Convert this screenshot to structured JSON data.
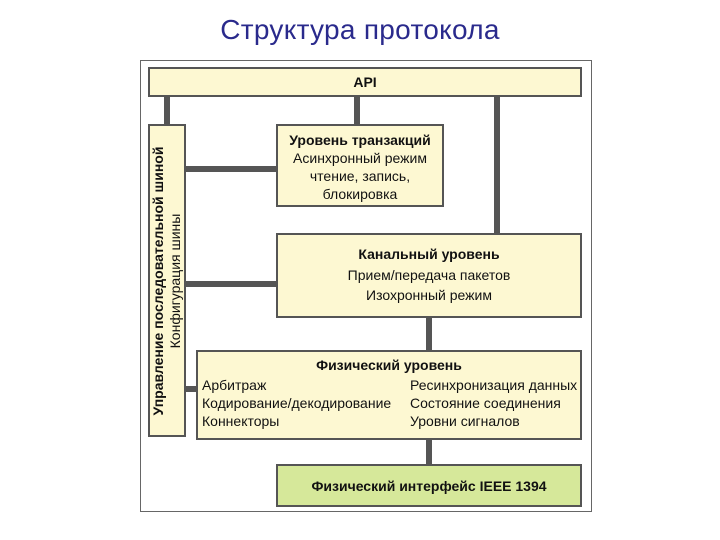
{
  "title": "Структура протокола",
  "diagram": {
    "api": {
      "label": "API"
    },
    "transaction_layer": {
      "title": "Уровень транзакций",
      "lines": [
        "Асинхронный режим",
        "чтение, запись,",
        "блокировка"
      ]
    },
    "link_layer": {
      "title": "Канальный уровень",
      "lines": [
        "Прием/передача пакетов",
        "Изохронный режим"
      ]
    },
    "physical_layer": {
      "title": "Физический уровень",
      "left_items": [
        "Арбитраж",
        "Кодирование/декодирование",
        "Коннекторы"
      ],
      "right_items": [
        "Ресинхронизация данных",
        "Состояние соединения",
        "Уровни сигналов"
      ]
    },
    "physical_interface": {
      "label": "Физический интерфейс IEEE 1394"
    },
    "bus_management": {
      "title": "Управление последовательной шиной",
      "subtitle": "Конфигурация шины"
    }
  },
  "colors": {
    "title": "#2a2a8c",
    "box_fill": "#fdf8d2",
    "interface_fill": "#d6e89a",
    "connector": "#555555"
  }
}
